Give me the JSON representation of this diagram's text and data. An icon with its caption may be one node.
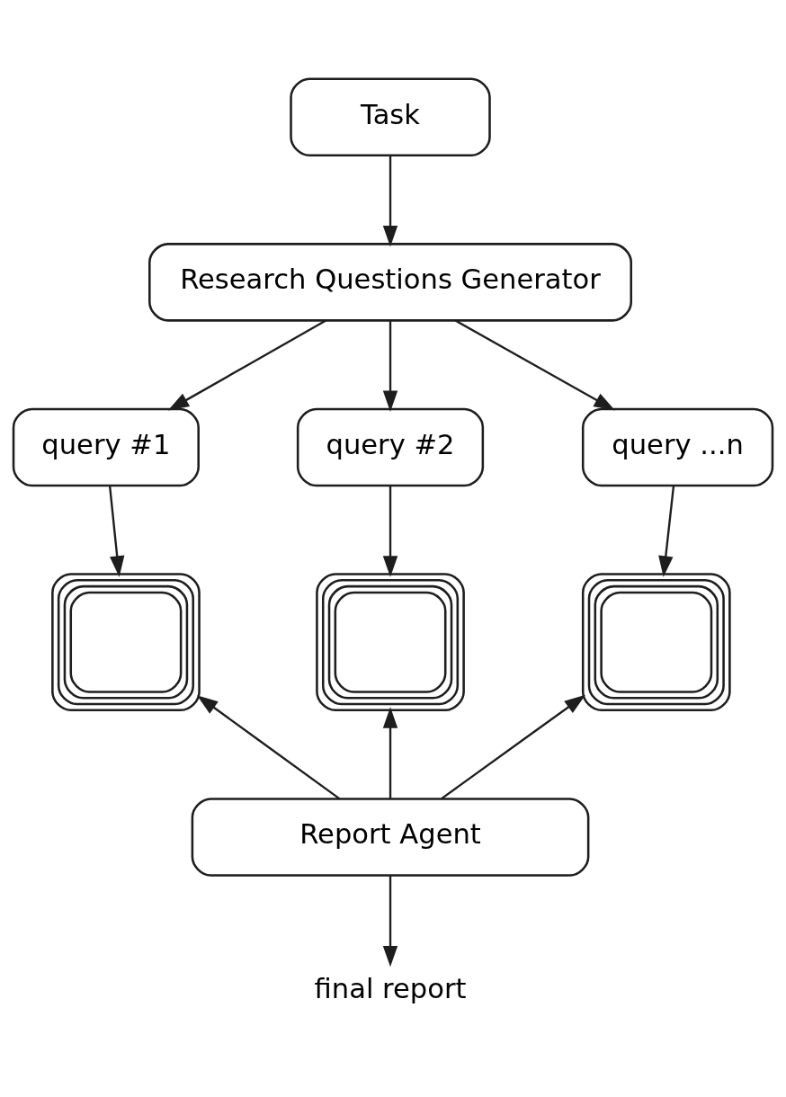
{
  "diagram": {
    "nodes": [
      {
        "text": [
          "Task"
        ]
      },
      {
        "text": [
          "Research Questions Generator"
        ]
      },
      {
        "text": [
          "query #1"
        ]
      },
      {
        "text": [
          "query #2"
        ]
      },
      {
        "text": [
          "query ...n"
        ]
      },
      {
        "text": [],
        "shape": "box"
      },
      {
        "text": [],
        "shape": "box"
      },
      {
        "text": [],
        "shape": "box"
      },
      {
        "text": [
          "Report Agent"
        ]
      },
      {
        "text": [
          "final report"
        ]
      }
    ],
    "edges": [
      {
        "from": 0,
        "to": 1,
        "arrow": "to"
      },
      {
        "from": 1,
        "to": 2,
        "arrow": "to"
      },
      {
        "from": 1,
        "to": 3,
        "arrow": "to"
      },
      {
        "from": 1,
        "to": 4,
        "arrow": "to"
      },
      {
        "from": 2,
        "to": 5,
        "arrow": "to"
      },
      {
        "from": 3,
        "to": 6,
        "arrow": "to"
      },
      {
        "from": 4,
        "to": 7,
        "arrow": "to"
      },
      {
        "from": 8,
        "to": 5,
        "arrow": "to"
      },
      {
        "from": 8,
        "to": 6,
        "arrow": "to"
      },
      {
        "from": 8,
        "to": 7,
        "arrow": "to"
      },
      {
        "from": 8,
        "to": 9,
        "arrow": "to"
      }
    ]
  }
}
